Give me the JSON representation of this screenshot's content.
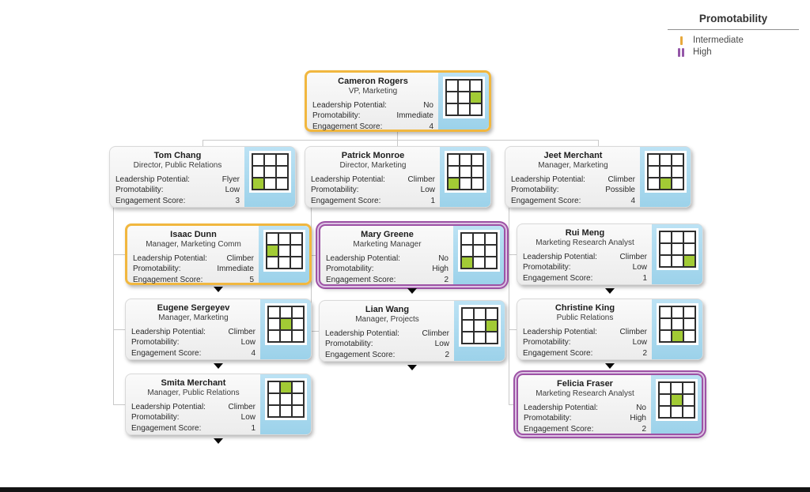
{
  "legend": {
    "title": "Promotability",
    "items": [
      {
        "label": "Intermediate",
        "level": "intermediate",
        "color": "#e8a93c"
      },
      {
        "label": "High",
        "level": "high",
        "color": "#9457a8"
      }
    ]
  },
  "field_labels": {
    "leadership": "Leadership Potential:",
    "promotability": "Promotability:",
    "engagement": "Engagement Score:"
  },
  "colors": {
    "intermediate_border": "#f1b73f",
    "high_border": "#9d52a5",
    "grid_highlight_green": "#a2cb35",
    "panel_blue": "#a9d9ee"
  },
  "cards": [
    {
      "name": "Cameron Rogers",
      "title": "VP, Marketing",
      "leadership": "No",
      "promotability": "Immediate",
      "engagement": "4",
      "highlight": "intermediate",
      "grid_cell": 5,
      "collapsed": false
    },
    {
      "name": "Tom Chang",
      "title": "Director, Public Relations",
      "leadership": "Flyer",
      "promotability": "Low",
      "engagement": "3",
      "highlight": "none",
      "grid_cell": 6,
      "collapsed": false
    },
    {
      "name": "Patrick Monroe",
      "title": "Director, Marketing",
      "leadership": "Climber",
      "promotability": "Low",
      "engagement": "1",
      "highlight": "none",
      "grid_cell": 6,
      "collapsed": false
    },
    {
      "name": "Jeet Merchant",
      "title": "Manager, Marketing",
      "leadership": "Climber",
      "promotability": "Possible",
      "engagement": "4",
      "highlight": "none",
      "grid_cell": 7,
      "collapsed": false
    },
    {
      "name": "Isaac Dunn",
      "title": "Manager, Marketing Comm",
      "leadership": "Climber",
      "promotability": "Immediate",
      "engagement": "5",
      "highlight": "intermediate",
      "grid_cell": 3,
      "collapsed": true
    },
    {
      "name": "Mary Greene",
      "title": "Marketing Manager",
      "leadership": "No",
      "promotability": "High",
      "engagement": "2",
      "highlight": "high",
      "grid_cell": 6,
      "collapsed": true
    },
    {
      "name": "Rui Meng",
      "title": "Marketing Research Analyst",
      "leadership": "Climber",
      "promotability": "Low",
      "engagement": "1",
      "highlight": "none",
      "grid_cell": 8,
      "collapsed": true
    },
    {
      "name": "Eugene Sergeyev",
      "title": "Manager, Marketing",
      "leadership": "Climber",
      "promotability": "Low",
      "engagement": "4",
      "highlight": "none",
      "grid_cell": 4,
      "collapsed": true
    },
    {
      "name": "Lian Wang",
      "title": "Manager, Projects",
      "leadership": "Climber",
      "promotability": "Low",
      "engagement": "2",
      "highlight": "none",
      "grid_cell": 5,
      "collapsed": true
    },
    {
      "name": "Christine King",
      "title": "Public Relations",
      "leadership": "Climber",
      "promotability": "Low",
      "engagement": "2",
      "highlight": "none",
      "grid_cell": 7,
      "collapsed": true
    },
    {
      "name": "Smita Merchant",
      "title": "Manager, Public Relations",
      "leadership": "Climber",
      "promotability": "Low",
      "engagement": "1",
      "highlight": "none",
      "grid_cell": 1,
      "collapsed": true
    },
    {
      "name": "Felicia Fraser",
      "title": "Marketing Research Analyst",
      "leadership": "No",
      "promotability": "High",
      "engagement": "2",
      "highlight": "high",
      "grid_cell": 4,
      "collapsed": false
    }
  ]
}
